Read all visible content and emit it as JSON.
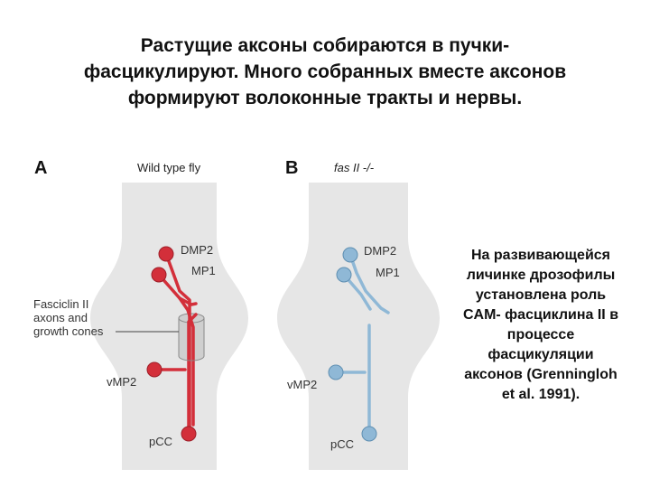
{
  "title": {
    "line1": "Растущие аксоны собираются в пучки-",
    "line2": "фасцикулируют. Много собранных вместе аксонов",
    "line3": "формируют волоконные тракты и нервы."
  },
  "panel_a": {
    "letter": "A",
    "heading": "Wild type fly",
    "dmp2": "DMP2",
    "mp1": "MP1",
    "vmp2": "vMP2",
    "pcc": "pCC",
    "callout_line1": "Fasciclin II",
    "callout_line2": "axons and",
    "callout_line3": "growth cones",
    "neuron_color": "#d32f3a",
    "cylinder_color": "#cfcfcf"
  },
  "panel_b": {
    "letter": "B",
    "heading": "fas II -/-",
    "dmp2": "DMP2",
    "mp1": "MP1",
    "vmp2": "vMP2",
    "pcc": "pCC",
    "neuron_color": "#8fb8d6"
  },
  "background_color": "#e6e6e6",
  "side_text": {
    "line1": "На развивающейся",
    "line2": "личинке дрозофилы",
    "line3": "установлена роль",
    "line4": "CAM- фасциклина II в",
    "line5": "процессе",
    "line6": "фасцикуляции",
    "line7": "аксонов (Grenningloh",
    "line8": "et al. 1991)."
  }
}
